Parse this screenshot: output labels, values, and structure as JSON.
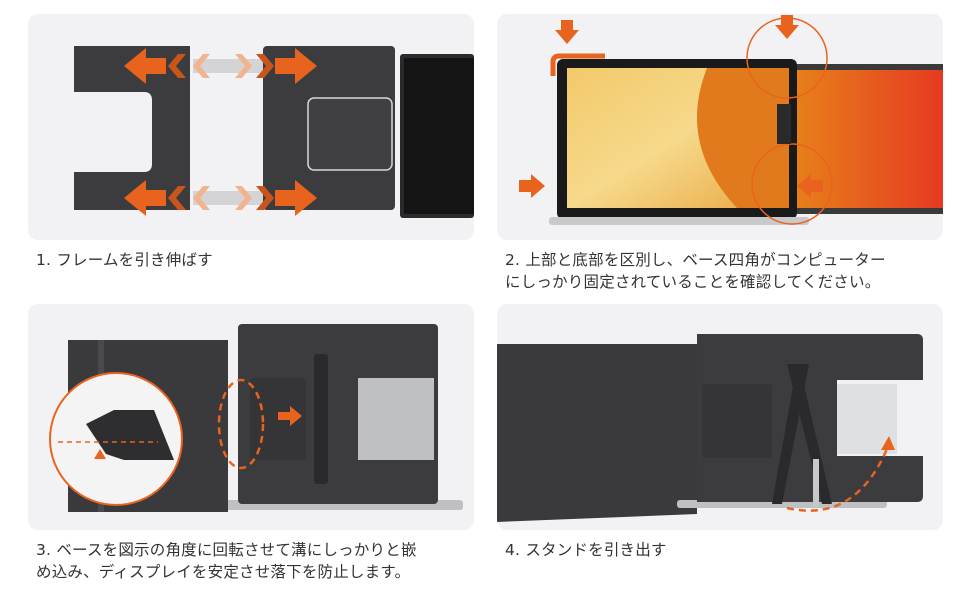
{
  "steps": [
    {
      "number": 1,
      "caption": "1. フレームを引き伸ばす",
      "illustration": "frame-extension"
    },
    {
      "number": 2,
      "caption_line1": "2. 上部と底部を区別し、ベース四角がコンピューター",
      "caption_line2": "にしっかり固定されていることを確認してください。",
      "illustration": "corner-fixing"
    },
    {
      "number": 3,
      "caption_line1": "3. ベースを図示の角度に回転させて溝にしっかりと嵌",
      "caption_line2": "め込み、ディスプレイを安定させ落下を防止します。",
      "illustration": "base-rotation"
    },
    {
      "number": 4,
      "caption": "4. スタンドを引き出す",
      "illustration": "stand-pull-out"
    }
  ],
  "colors": {
    "accent": "#e8641e",
    "panel_bg": "#f2f2f4",
    "device_dark": "#3c3c3e",
    "text": "#333333"
  }
}
